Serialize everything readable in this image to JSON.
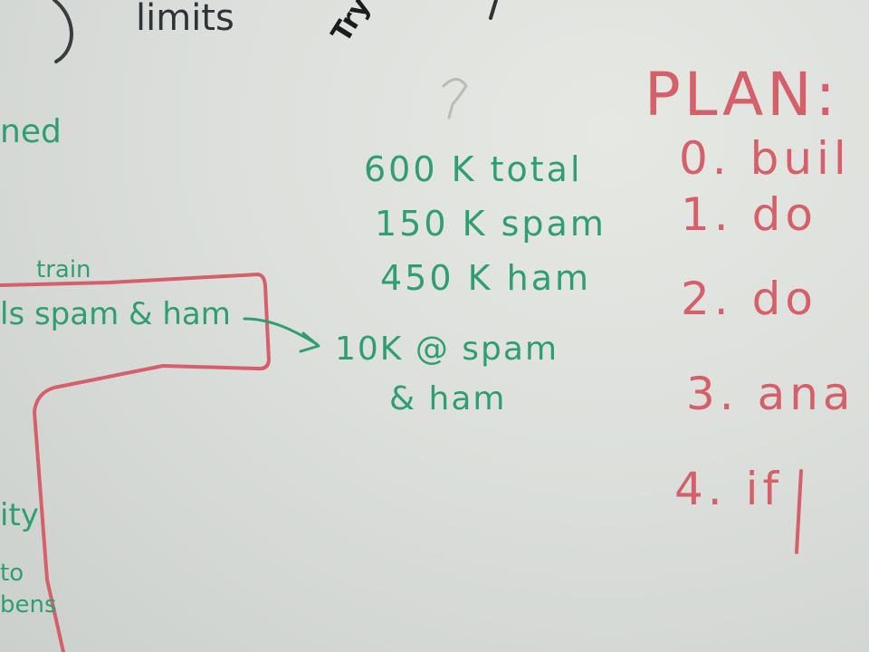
{
  "black_notes": {
    "limits": "limits",
    "scrawl": "Try out"
  },
  "green_notes": {
    "line_total": "600 K total",
    "line_spam": "150 K spam",
    "line_ham": "450 K ham",
    "sample_line1": "10K @ spam",
    "sample_line2": "& ham",
    "left_edge_top": "ned",
    "left_train": "train",
    "left_box": "ls spam & ham",
    "left_ity": "ity",
    "left_to": "to",
    "left_bens": "bens"
  },
  "plan": {
    "title": "PLAN:",
    "items": [
      "0. buil",
      "1. do",
      "2. do",
      "3. ana",
      "4. if"
    ]
  },
  "colors": {
    "board": "#dcdfdb",
    "green_marker": "#2f9e72",
    "red_marker": "#d5606a",
    "black_marker": "#2f3236"
  }
}
